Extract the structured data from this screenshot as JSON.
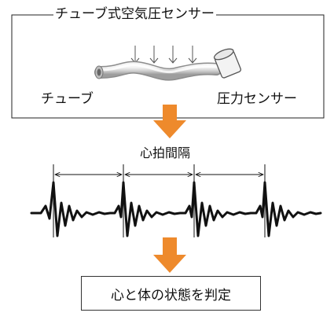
{
  "sensor_box": {
    "title": "チューブ式空気圧センサー",
    "tube_label": "チューブ",
    "sensor_label": "圧力センサー"
  },
  "waveform": {
    "interval_label": "心拍間隔"
  },
  "result": {
    "label": "心と体の状態を判定"
  },
  "colors": {
    "arrow": "#ee8a2c",
    "line": "#111111",
    "tube": "#d9d9d9"
  },
  "icons": [
    "down-arrow-icon",
    "tube-icon",
    "pressure-sensor-icon",
    "pressure-arrow-icon"
  ]
}
